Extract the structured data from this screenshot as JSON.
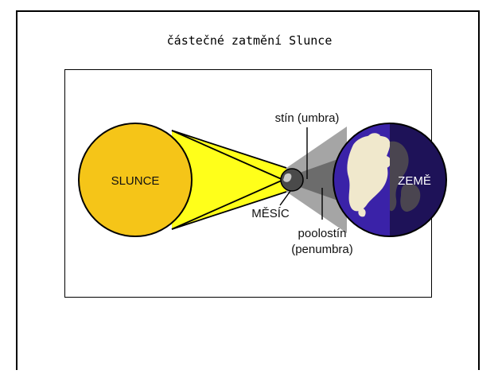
{
  "slide": {
    "title": "částečné zatmění Slunce"
  },
  "diagram": {
    "labels": {
      "sun": "SLUNCE",
      "earth": "ZEMĚ",
      "moon": "MĚSÍC",
      "umbra": "stín (umbra)",
      "penumbra_line1": "poolostín",
      "penumbra_line2": "(penumbra)"
    },
    "colors": {
      "sun_fill": "#f5c518",
      "sun_stroke": "#000000",
      "light_cone": "#ffff1a",
      "penumbra_gray": "#a5a5a5",
      "umbra_gray": "#6c6c6c",
      "earth_day": "#3a22a8",
      "earth_night": "#1e1258",
      "continent": "#f0e8cc",
      "continent_night": "#4a4550",
      "moon": "#4a4a4a"
    }
  }
}
